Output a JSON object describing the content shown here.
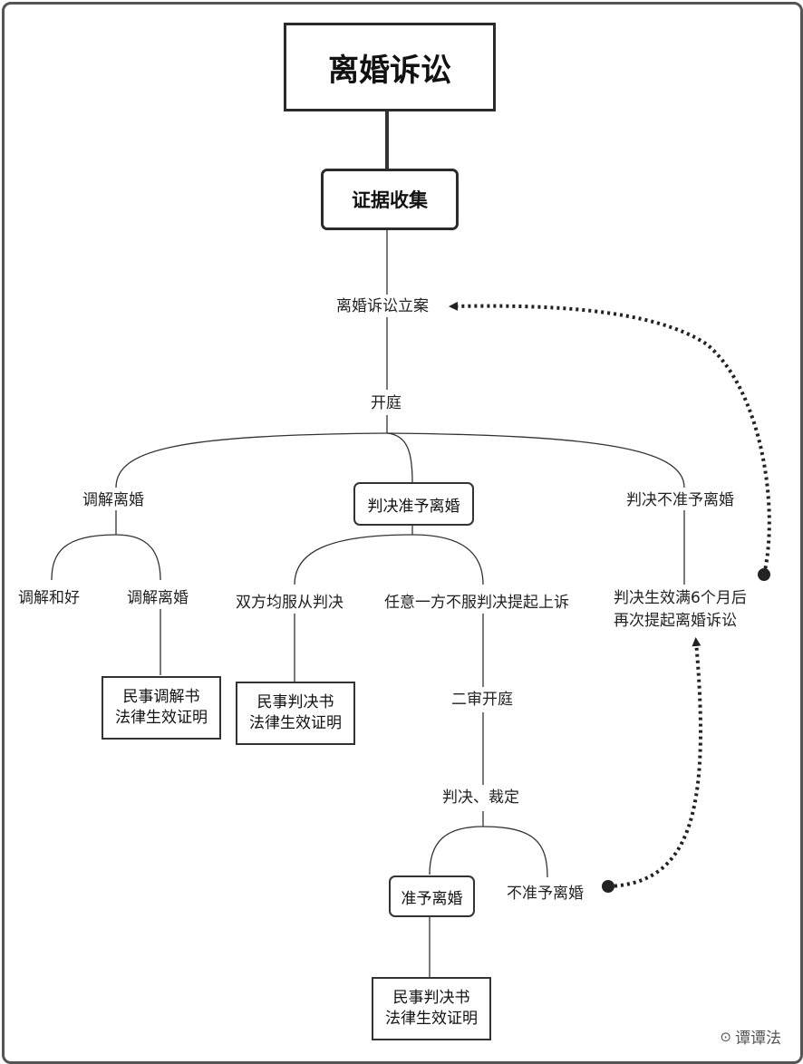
{
  "title": "离婚诉讼",
  "evidence": "证据收集",
  "filing": "离婚诉讼立案",
  "hearing": "开庭",
  "branches": {
    "mediation": {
      "label": "调解离婚",
      "sub_reconcile": "调解和好",
      "sub_divorce": "调解离婚",
      "doc_line1": "民事调解书",
      "doc_line2": "法律生效证明"
    },
    "grant": {
      "label": "判决准予离婚",
      "accept": "双方均服从判决",
      "appeal": "任意一方不服判决提起上诉",
      "doc_line1": "民事判决书",
      "doc_line2": "法律生效证明",
      "second_trial": "二审开庭",
      "verdict": "判决、裁定",
      "final_grant": "准予离婚",
      "final_deny": "不准予离婚",
      "final_doc_line1": "民事判决书",
      "final_doc_line2": "法律生效证明"
    },
    "deny": {
      "label": "判决不准予离婚",
      "refile_line1": "判决生效满6个月后",
      "refile_line2": "再次提起离婚诉讼"
    }
  },
  "watermark": "谭谭法",
  "colors": {
    "line": "#333333",
    "border": "#2a2a2a",
    "frame": "#555555"
  }
}
